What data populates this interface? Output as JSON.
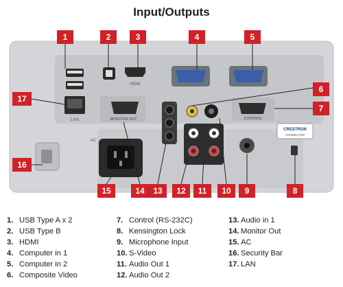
{
  "title": "Input/Outputs",
  "callout_numbers": [
    "1",
    "2",
    "3",
    "4",
    "5",
    "6",
    "7",
    "8",
    "9",
    "10",
    "11",
    "12",
    "13",
    "14",
    "15",
    "16",
    "17"
  ],
  "panel_labels": {
    "lan": "LAN",
    "hdmi": "HDMI",
    "monitor_out": "MONITOR OUT",
    "control": "CONTROL",
    "crestron_line1": "CRESTRON",
    "crestron_line2": "CONNECTED",
    "ac": "AC"
  },
  "legend": [
    [
      {
        "num": "1.",
        "label": "USB Type A x 2"
      },
      {
        "num": "2.",
        "label": "USB Type B"
      },
      {
        "num": "3.",
        "label": "HDMI"
      },
      {
        "num": "4.",
        "label": "Computer in 1"
      },
      {
        "num": "5.",
        "label": "Computer in 2"
      },
      {
        "num": "6.",
        "label": "Composite Video"
      }
    ],
    [
      {
        "num": "7.",
        "label": "Control (RS-232C)"
      },
      {
        "num": "8.",
        "label": "Kensington Lock"
      },
      {
        "num": "9.",
        "label": "Microphone Input"
      },
      {
        "num": "10.",
        "label": "S-Video"
      },
      {
        "num": "11.",
        "label": "Audio Out 1"
      },
      {
        "num": "12.",
        "label": "Audio Out 2"
      }
    ],
    [
      {
        "num": "13.",
        "label": "Audio in 1"
      },
      {
        "num": "14.",
        "label": "Monitor Out"
      },
      {
        "num": "15.",
        "label": "AC"
      },
      {
        "num": "16.",
        "label": "Security Bar"
      },
      {
        "num": "17.",
        "label": "LAN"
      }
    ]
  ],
  "colors": {
    "callout": "#d22128",
    "panel": "#c9cbce",
    "recess": "#a9abae",
    "port_blue": "#3a5fa8"
  }
}
